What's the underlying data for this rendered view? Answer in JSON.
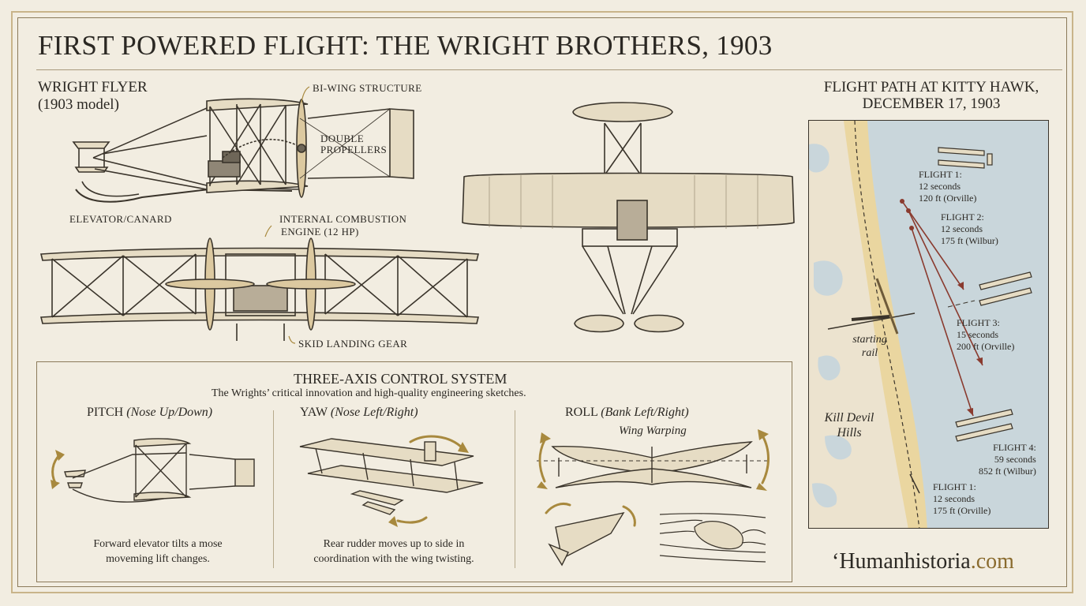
{
  "title": "FIRST POWERED FLIGHT: THE WRIGHT BROTHERS, 1903",
  "flyer": {
    "heading": "WRIGHT FLYER",
    "subheading": "(1903 model)",
    "labels": {
      "biwing": "BI-WING STRUCTURE",
      "propellers_line1": "DOUBLE",
      "propellers_line2": "PROPELLERS",
      "elevator": "ELEVATOR/CANARD",
      "engine_line1": "INTERNAL COMBUSTION",
      "engine_line2": "ENGINE (12 HP)",
      "skid": "SKID LANDING GEAR"
    }
  },
  "control": {
    "title": "THREE-AXIS CONTROL SYSTEM",
    "subtitle": "The Wrights’ critical innovation and high-quality engineering sketches.",
    "pitch": {
      "label": "PITCH",
      "detail": "(Nose Up/Down)",
      "caption_line1": "Forward elevator tilts a mose",
      "caption_line2": "moveming lift changes."
    },
    "yaw": {
      "label": "YAW",
      "detail": "(Nose Left/Right)",
      "caption_line1": "Rear rudder moves up to side in",
      "caption_line2": "coordination with the wing twisting."
    },
    "roll": {
      "label": "ROLL",
      "detail": "(Bank Left/Right)",
      "sub": "Wing Warping"
    }
  },
  "map": {
    "title_line1": "FLIGHT PATH AT KITTY HAWK,",
    "title_line2": "DECEMBER 17, 1903",
    "rail_line1": "starting",
    "rail_line2": "rail",
    "place_line1": "Kill Devil",
    "place_line2": "Hills",
    "flights": [
      {
        "name": "FLIGHT 1:",
        "duration": "12 seconds",
        "distance": "120 ft (Orville)"
      },
      {
        "name": "FLIGHT 2:",
        "duration": "12 seconds",
        "distance": "175 ft (Wilbur)"
      },
      {
        "name": "FLIGHT 3:",
        "duration": "15 seconds",
        "distance": "200 ft (Orville)"
      },
      {
        "name": "FLIGHT 4:",
        "duration": "59 seconds",
        "distance": "852 ft (Wilbur)"
      },
      {
        "name": "FLIGHT 1:",
        "duration": "12 seconds",
        "distance": "175 ft (Orville)"
      }
    ]
  },
  "brand": {
    "prefix": "‘Humanhistoria",
    "suffix": ".com"
  },
  "colors": {
    "paper": "#f2ede1",
    "ink": "#2b2823",
    "canvas": "#e6dcc4",
    "sea": "#c9d6db",
    "sand": "#ead6a0",
    "arrow": "#8a3b2f",
    "accent_gold": "#a8893e"
  }
}
